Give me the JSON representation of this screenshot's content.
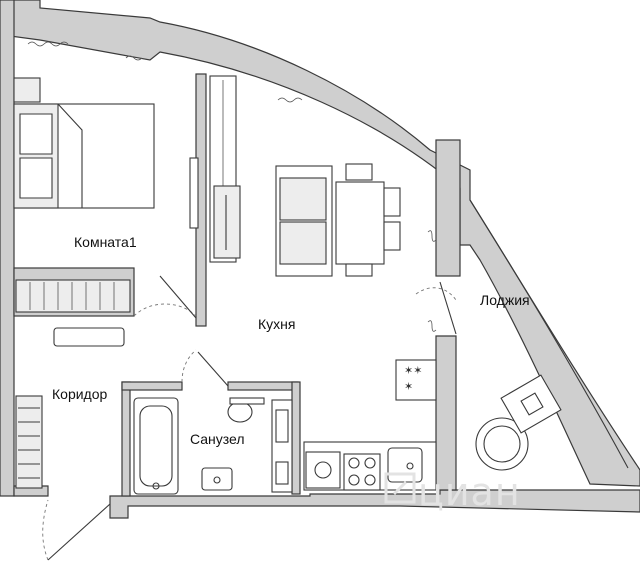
{
  "rooms": {
    "room1": "Комната1",
    "kitchen": "Кухня",
    "loggia": "Лоджия",
    "corridor": "Коридор",
    "bathroom": "Санузел"
  },
  "watermark": "циан",
  "colors": {
    "wall": "#cfcfcf",
    "stroke": "#3a3a3a",
    "watermark": "#e3e3e3"
  }
}
